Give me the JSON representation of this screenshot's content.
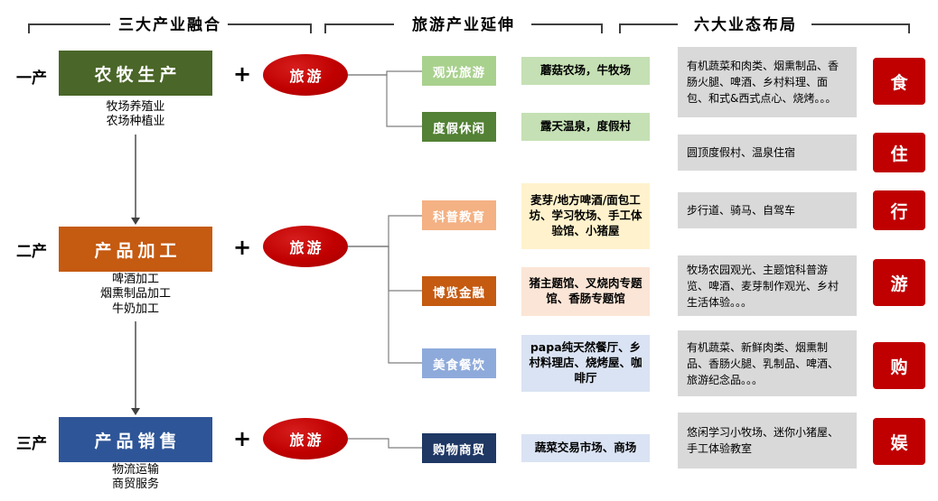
{
  "headers": {
    "left": "三大产业融合",
    "middle": "旅游产业延伸",
    "right": "六大业态布局"
  },
  "plus": "+",
  "tourism_label": "旅游",
  "industries": [
    {
      "tier": "一产",
      "name": "农牧生产",
      "sub": "牧场养殖业\n农场种植业"
    },
    {
      "tier": "二产",
      "name": "产品加工",
      "sub": "啤酒加工\n烟熏制品加工\n牛奶加工"
    },
    {
      "tier": "三产",
      "name": "产品销售",
      "sub": "物流运输\n商贸服务"
    }
  ],
  "extensions": [
    {
      "category": "观光旅游",
      "detail": "蘑菇农场，牛牧场"
    },
    {
      "category": "度假休闲",
      "detail": "露天温泉，度假村"
    },
    {
      "category": "科普教育",
      "detail": "麦芽/地方啤酒/面包工坊、学习牧场、手工体验馆、小猪屋"
    },
    {
      "category": "博览金融",
      "detail": "猪主题馆、叉烧肉专题馆、香肠专题馆"
    },
    {
      "category": "美食餐饮",
      "detail": "papa纯天然餐厅、乡村料理店、烧烤屋、咖啡厅"
    },
    {
      "category": "购物商贸",
      "detail": "蔬菜交易市场、商场"
    }
  ],
  "formats": [
    {
      "text": "有机蔬菜和肉类、烟熏制品、香肠火腿、啤酒、乡村料理、面包、和式&西式点心、烧烤。。。",
      "tag": "食"
    },
    {
      "text": "圆顶度假村、温泉住宿",
      "tag": "住"
    },
    {
      "text": "步行道、骑马、自驾车",
      "tag": "行"
    },
    {
      "text": "牧场农园观光、主题馆科普游览、啤酒、麦芽制作观光、乡村生活体验。。。",
      "tag": "游"
    },
    {
      "text": "有机蔬菜、新鲜肉类、烟熏制品、香肠火腿、乳制品、啤酒、旅游纪念品。。。",
      "tag": "购"
    },
    {
      "text": "悠闲学习小牧场、迷你小猪屋、手工体验教室",
      "tag": "娱"
    }
  ],
  "colors": {
    "red": "#c00000",
    "green_dark": "#4a6628",
    "green_mid": "#538135",
    "green_light": "#a9d18e",
    "orange": "#c55a11",
    "peach": "#f4b183",
    "blue_dark": "#1f3864",
    "blue_mid": "#2e5597",
    "blue_light": "#8eaadb",
    "gray_box": "#d9d9d9"
  }
}
